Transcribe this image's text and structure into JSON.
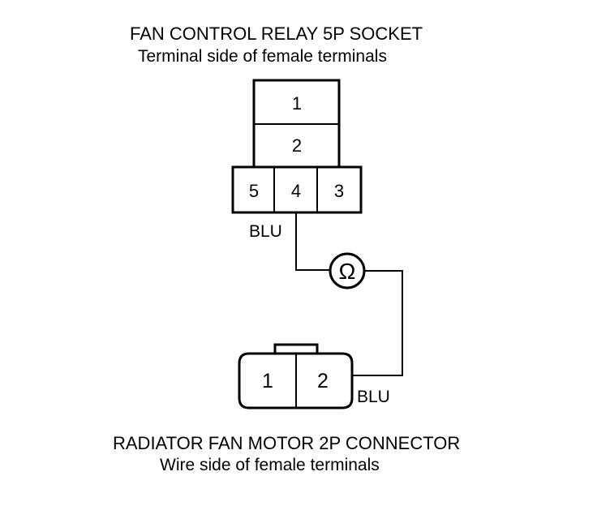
{
  "relay_socket": {
    "title": "FAN CONTROL RELAY 5P SOCKET",
    "subtitle": "Terminal side of female terminals",
    "terminals": [
      "1",
      "2",
      "5",
      "4",
      "3"
    ],
    "wire_color": "BLU"
  },
  "fan_connector": {
    "title": "RADIATOR FAN MOTOR 2P CONNECTOR",
    "subtitle": "Wire side of female terminals",
    "terminals": [
      "1",
      "2"
    ],
    "wire_color": "BLU"
  },
  "meter_symbol": "Ω"
}
